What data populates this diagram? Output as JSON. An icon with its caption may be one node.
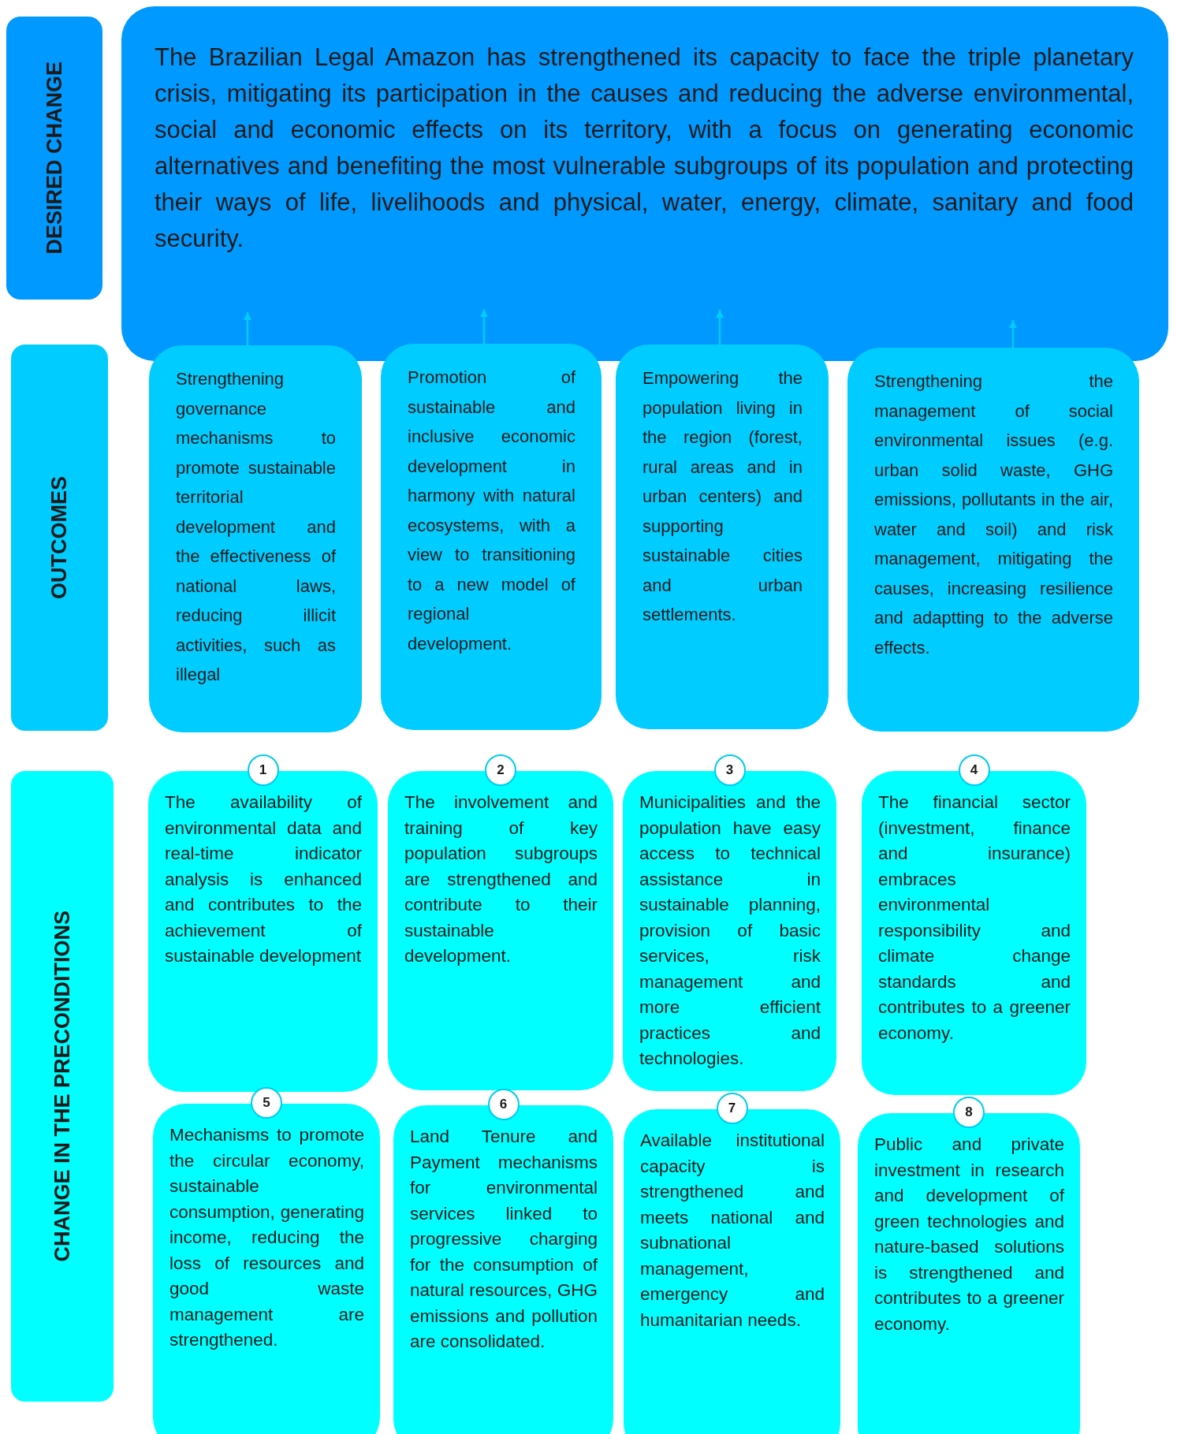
{
  "diagram": {
    "nodes": [
      {
        "text": [
          "DESIRED CHANGE"
        ]
      },
      {
        "text": [
          "The Brazilian Legal Amazon has strengthened its capacity to face the triple planetary crisis, mitigating its participation in the causes and reducing the adverse environmental, social and economic effects on its territory, with a focus on generating economic alternatives and benefiting the most vulnerable subgroups of its population and protecting their ways of life, livelihoods and physical, water, energy, climate, sanitary and food security."
        ]
      },
      {
        "text": [
          "OUTCOMES"
        ]
      },
      {
        "text": [
          "Strengthening governance mechanisms to promote sustainable territorial development and the effectiveness of national laws, reducing illicit activities, such as illegal"
        ]
      },
      {
        "text": [
          "Promotion of sustainable and inclusive economic development in harmony with natural ecosystems, with a view to transitioning to a new model of regional development."
        ]
      },
      {
        "text": [
          "Empowering the population living in the region (forest, rural areas and in urban centers) and supporting sustainable cities and urban settlements."
        ]
      },
      {
        "text": [
          "Strengthening the management of social environmental issues (e.g. urban solid waste, GHG emissions, pollutants in the air, water and soil) and risk management, mitigating the causes, increasing resilience and adaptting to the adverse effects."
        ]
      },
      {
        "text": [
          "CHANGE IN THE PRECONDITIONS"
        ]
      },
      {
        "text": [
          "1",
          "The availability of environmental data and real-time indicator analysis is enhanced and contributes to the achievement of sustainable development"
        ]
      },
      {
        "text": [
          "2",
          "The involvement and training of key population subgroups are strengthened and contribute to their sustainable development."
        ]
      },
      {
        "text": [
          "3",
          "Municipalities and the population have easy access to technical assistance in sustainable planning, provision of basic services, risk management and more efficient practices and technologies."
        ]
      },
      {
        "text": [
          "4",
          "The financial sector (investment, finance and insurance) embraces environmental responsibility and climate change standards and contributes to a greener economy."
        ]
      },
      {
        "text": [
          "5",
          "Mechanisms to promote the circular economy, sustainable consumption, generating income, reducing the loss of resources and good waste management are strengthened."
        ]
      },
      {
        "text": [
          "6",
          "Land Tenure and Payment mechanisms for environmental services linked to progressive charging for the consumption of natural resources, GHG emissions and pollution are consolidated."
        ]
      },
      {
        "text": [
          "7",
          "Available institutional capacity is strengthened and meets national and subnational management, emergency and humanitarian needs."
        ]
      },
      {
        "text": [
          "8",
          "Public and private investment in research and development of green technologies and nature-based solutions is strengthened and contributes to a greener economy."
        ]
      }
    ],
    "edges": [
      {
        "from": 3,
        "to": 1,
        "arrow": "to"
      },
      {
        "from": 4,
        "to": 1,
        "arrow": "to"
      },
      {
        "from": 5,
        "to": 1,
        "arrow": "to"
      },
      {
        "from": 6,
        "to": 1,
        "arrow": "to"
      }
    ]
  }
}
